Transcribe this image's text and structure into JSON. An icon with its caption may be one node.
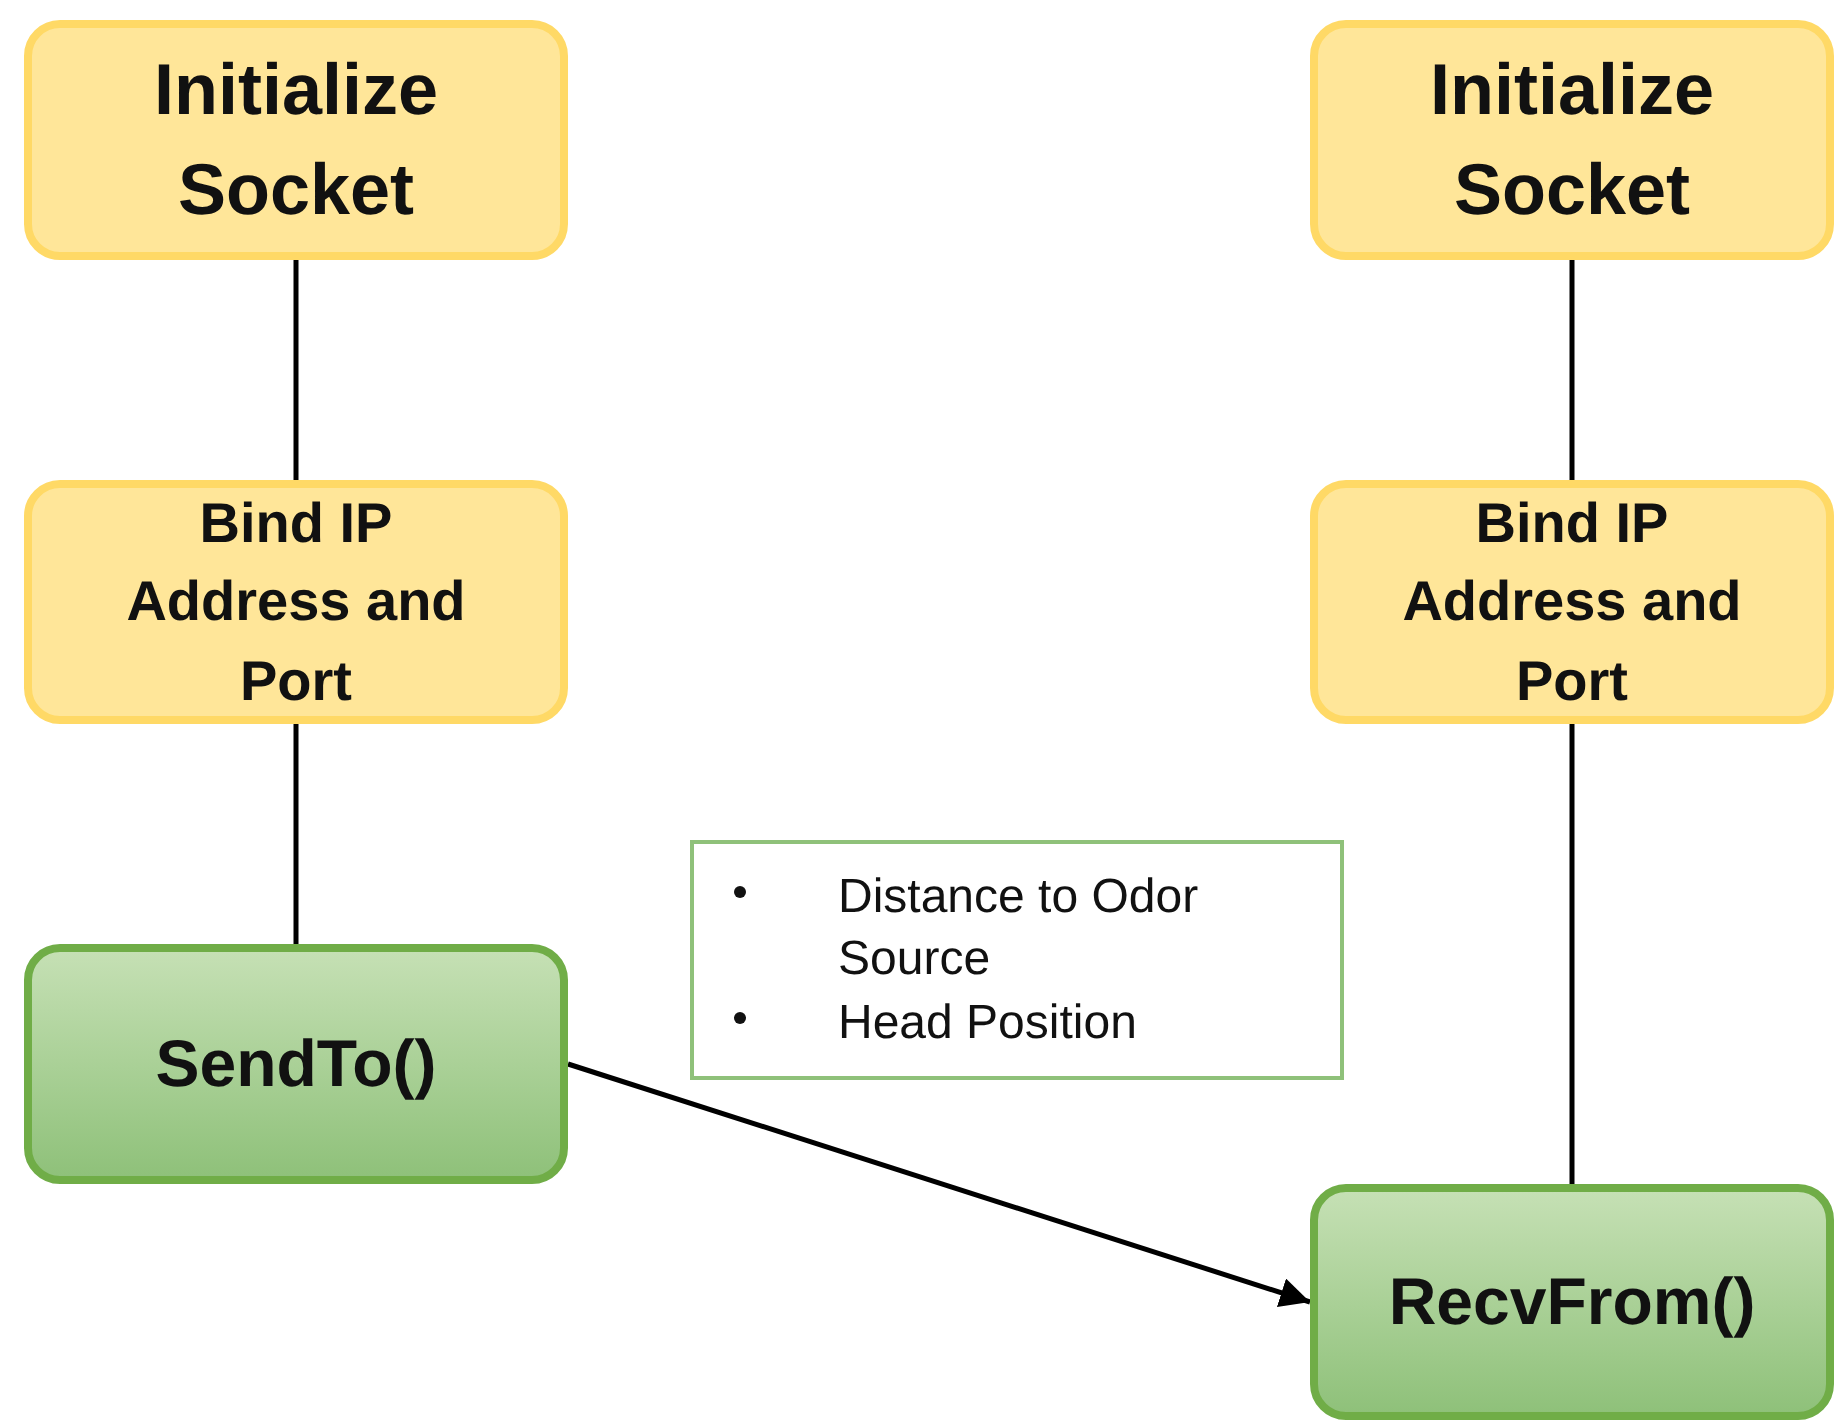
{
  "diagram": {
    "nodes": [
      {
        "text": [
          "Initialize Socket"
        ]
      },
      {
        "text": [
          "Bind IP Address and Port"
        ]
      },
      {
        "text": [
          "SendTo()"
        ]
      },
      {
        "text": [
          "Initialize Socket"
        ]
      },
      {
        "text": [
          "Bind IP Address and Port"
        ]
      },
      {
        "text": [
          "RecvFrom()"
        ]
      },
      {
        "text": [
          "Distance to Odor Source",
          "Head Position"
        ]
      }
    ],
    "edges": [
      {
        "from": 0,
        "to": 1,
        "arrow": "none"
      },
      {
        "from": 1,
        "to": 2,
        "arrow": "none"
      },
      {
        "from": 3,
        "to": 4,
        "arrow": "none"
      },
      {
        "from": 4,
        "to": 5,
        "arrow": "none"
      },
      {
        "from": 2,
        "to": 5,
        "arrow": "to"
      }
    ]
  }
}
